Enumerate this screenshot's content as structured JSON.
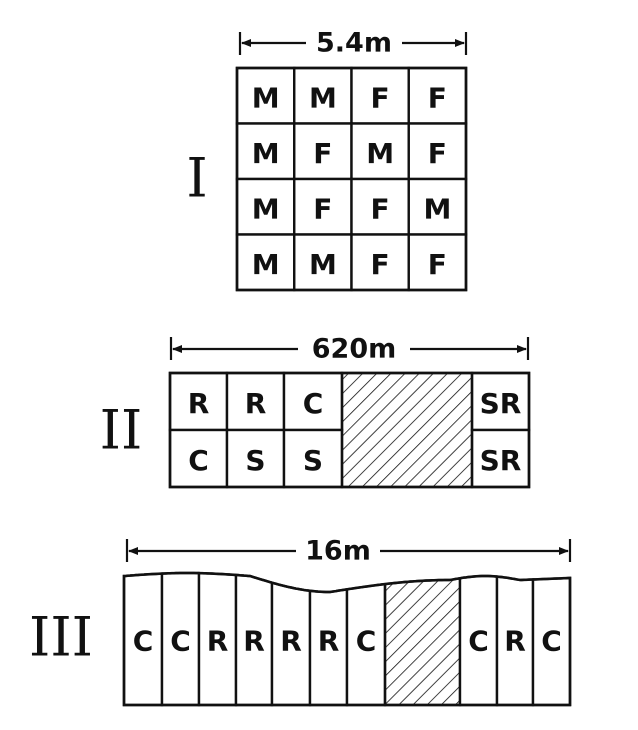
{
  "diagrams": [
    {
      "roman": "I",
      "dimension": "5.4m",
      "rows": [
        [
          "M",
          "M",
          "F",
          "F"
        ],
        [
          "M",
          "F",
          "M",
          "F"
        ],
        [
          "M",
          "F",
          "F",
          "M"
        ],
        [
          "M",
          "M",
          "F",
          "F"
        ]
      ]
    },
    {
      "roman": "II",
      "dimension": "620m",
      "rows": [
        [
          "R",
          "R",
          "C",
          "",
          "SR"
        ],
        [
          "C",
          "S",
          "S",
          "",
          "SR"
        ]
      ]
    },
    {
      "roman": "III",
      "dimension": "16m",
      "strips": [
        "C",
        "C",
        "R",
        "R",
        "R",
        "R",
        "C",
        "",
        "C",
        "R",
        "C"
      ]
    }
  ]
}
